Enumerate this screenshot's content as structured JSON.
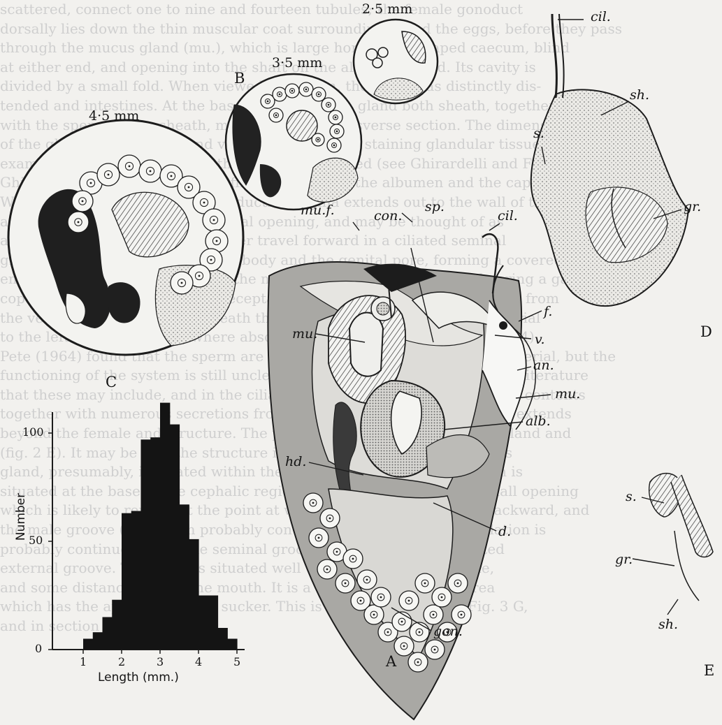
{
  "page_text_lines": [
    "scattered, connect one to nine and fourteen tubules; the female gonoduct",
    "dorsally lies down the thin muscular coat surrounding round the eggs, before they pass",
    "through the mucus gland (mu.), which is large horse-shoe shaped caecum, blind",
    "at either end, and opening into the shaft on the albumen gland. Its cavity is",
    "divided by a small fold. When viewed in section, the gland has distinctly dis-",
    "tended and intestines. At the base of the albumen gland both sheath, together",
    "with the spermatheca sheath, may be seen in transverse section. The dimensions",
    "of the gland could correspond very nearly with the staining glandular tissue",
    "examined from the time when the eggs are enclosed (see Ghirardelli and Fischer 1971).",
    "Ghirardelli found some thirty to fifty eggs in both the albumen and the capsule.",
    "Within the mantle a female reproductive vagina extends out to the wall of the cavity",
    "and not far from the anus and renal opening, and may be thought of as",
    "a direct outlet for sperm. The latter travel forward in a ciliated seminal",
    "groove along the right side of the body and the genital pore, forming a covered",
    "embedded gland tissue between the male structure and the vagina bearing a gap",
    "copulatory organ. The seminal receptacle is associated with female ducts from",
    "the ventral wall of the penis sheath through a triangular chromatic material",
    "to the left side of the body where absorption takes place (see Pettier, 1964).",
    "Pete (1964) found that the sperm are transferred in a spermatophore material, but the",
    "functioning of the system is still unclear; however, it is made clear in the literature",
    "that these may include, and in the ciliated seminal groove, the remaining contents",
    "together with numerous secretions from the gland; its outermost region extends",
    "beyond the female and structure. The penis may be extruded with the gland and",
    "(fig. 2 E). It may be that the structure is a ciliated area, where the penis",
    "gland, presumably, is located within the penis sheath. The penis sheath is",
    "situated at the base of the cephalic region, the base of which has a small opening",
    "which is likely to represent the point at which the penis is deployed backward, and",
    "the male groove (gr.) which probably conveys the sperm during copulation is",
    "probably continuous with the seminal groove with the terminal ciliated",
    "external groove. The penis is situated well ventrally on the right side,",
    "and some distance behind the mouth. It is a cup-like or flattened area",
    "which has the appearance of a sucker. This is shown in section in Fig. 3 G,",
    "and in section in Fig. 5."
  ],
  "figure": {
    "panels": {
      "A": "A",
      "B": "B",
      "C": "C",
      "D": "D",
      "E": "E"
    },
    "scales": {
      "small": "2·5 mm",
      "medium": "3·5 mm",
      "large": "4·5 mm"
    },
    "labels": {
      "cil_top": "cil.",
      "sh_top": "sh.",
      "s_top": "s.",
      "gr_top": "gr.",
      "cil": "cil.",
      "sp": "sp.",
      "con": "con.",
      "muf": "mu.f.",
      "f": "f.",
      "v": "v.",
      "mu_left": "mu.",
      "an": "an.",
      "mu_right": "mu.",
      "alb": "alb.",
      "hd": "hd.",
      "d": "d.",
      "gon": "gon.",
      "s_e": "s.",
      "gr_e": "gr.",
      "sh_e": "sh."
    }
  },
  "chart_data": {
    "type": "bar",
    "xlabel": "Length (mm.)",
    "ylabel": "Number",
    "x_ticks": [
      1,
      2,
      3,
      4,
      5
    ],
    "y_ticks": [
      0,
      50,
      100
    ],
    "xlim": [
      1,
      5
    ],
    "ylim": [
      0,
      100
    ],
    "bins": [
      1.0,
      1.25,
      1.5,
      1.75,
      2.0,
      2.25,
      2.5,
      2.75,
      3.0,
      3.25,
      3.5,
      3.75,
      4.0,
      4.25,
      4.5,
      4.75,
      5.0
    ],
    "values": [
      5,
      8,
      15,
      23,
      63,
      64,
      97,
      98,
      114,
      104,
      67,
      51,
      25,
      25,
      10,
      5
    ]
  },
  "colors": {
    "ink": "#141414",
    "paper": "#f2f1ee",
    "stipple": "#c6c6c6",
    "shade": "#a8a8a8",
    "dark": "#222222"
  }
}
